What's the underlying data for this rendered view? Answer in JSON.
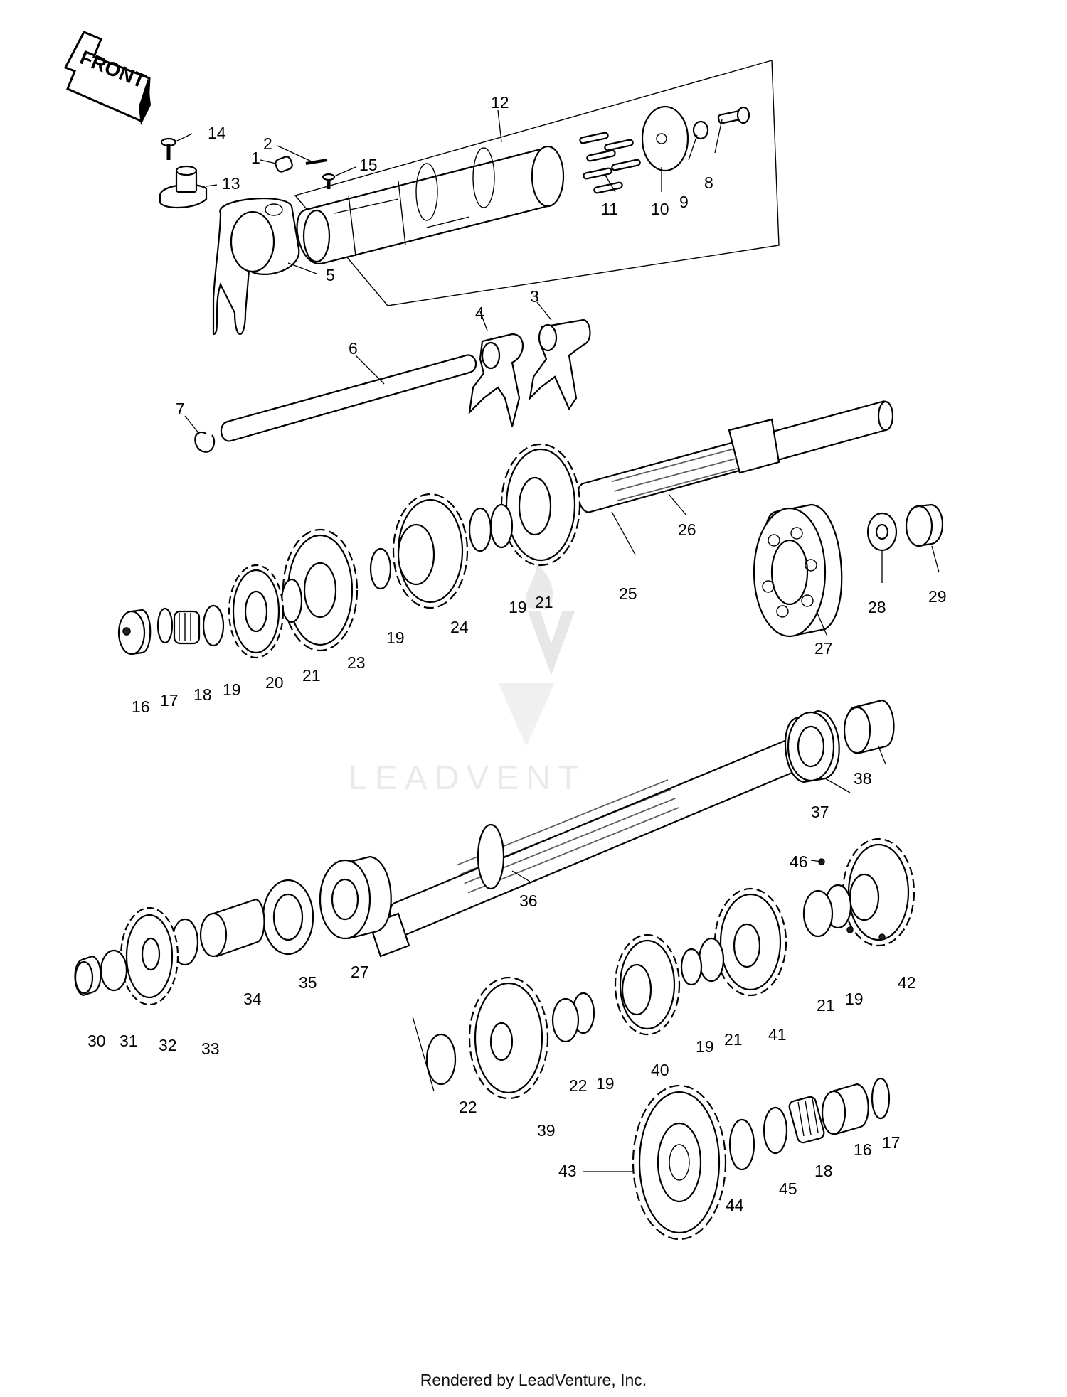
{
  "arrow": {
    "label": "FRONT"
  },
  "callouts": {
    "c1": "1",
    "c2": "2",
    "c3": "3",
    "c4": "4",
    "c5": "5",
    "c6": "6",
    "c7": "7",
    "c8": "8",
    "c9": "9",
    "c10": "10",
    "c11": "11",
    "c12": "12",
    "c13": "13",
    "c14": "14",
    "c15": "15",
    "c16a": "16",
    "c16b": "16",
    "c17a": "17",
    "c17b": "17",
    "c18a": "18",
    "c18b": "18",
    "c19a": "19",
    "c19b": "19",
    "c19c": "19",
    "c19d": "19",
    "c19e": "19",
    "c19f": "19",
    "c20": "20",
    "c21a": "21",
    "c21b": "21",
    "c21c": "21",
    "c21d": "21",
    "c22a": "22",
    "c22b": "22",
    "c23": "23",
    "c24": "24",
    "c25": "25",
    "c26": "26",
    "c27a": "27",
    "c27b": "27",
    "c28": "28",
    "c29": "29",
    "c30": "30",
    "c31": "31",
    "c32": "32",
    "c33": "33",
    "c34": "34",
    "c35": "35",
    "c36": "36",
    "c37": "37",
    "c38": "38",
    "c39": "39",
    "c40": "40",
    "c41": "41",
    "c42": "42",
    "c43": "43",
    "c44": "44",
    "c45": "45",
    "c46": "46"
  },
  "watermark": {
    "text": "LEADVENT"
  },
  "footer": {
    "text": "Rendered by LeadVenture, Inc."
  }
}
